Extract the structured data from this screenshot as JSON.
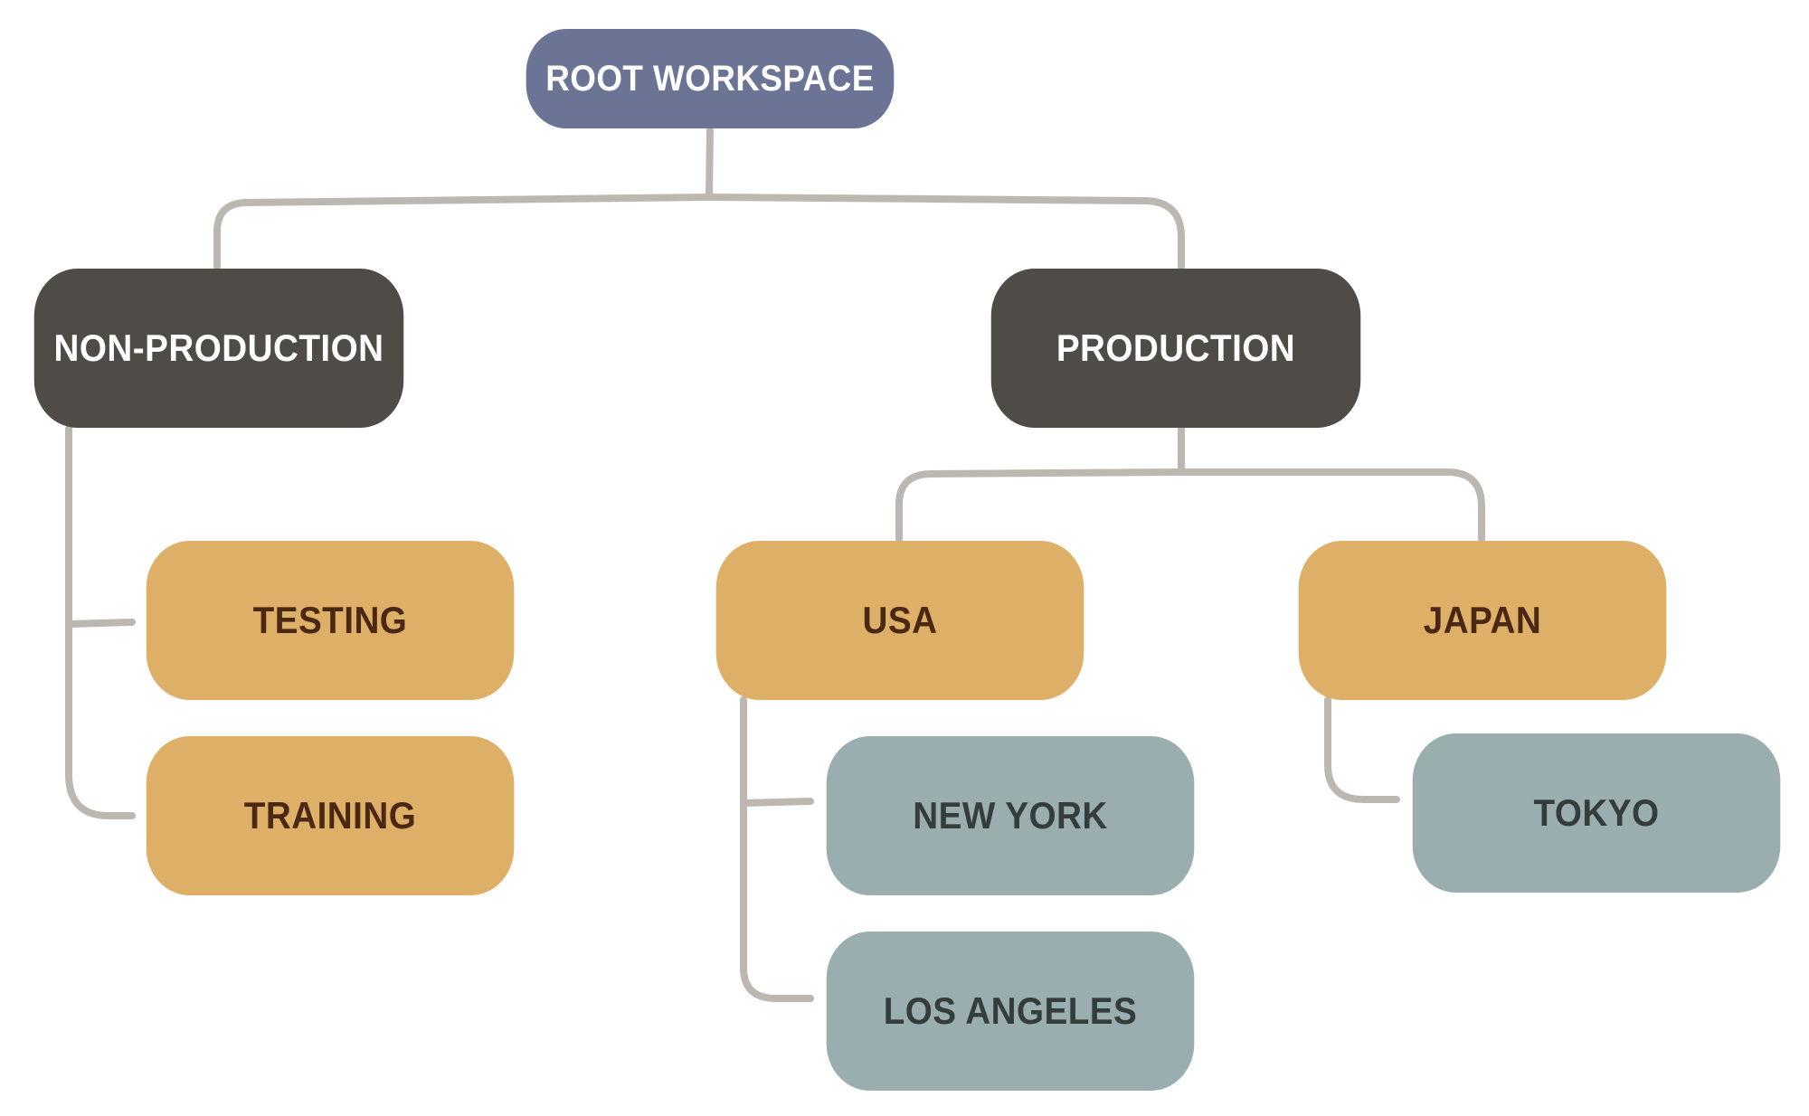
{
  "diagram": {
    "nodes": {
      "root": {
        "label": "ROOT WORKSPACE"
      },
      "non_production": {
        "label": "NON-PRODUCTION"
      },
      "production": {
        "label": "PRODUCTION"
      },
      "testing": {
        "label": "TESTING"
      },
      "training": {
        "label": "TRAINING"
      },
      "usa": {
        "label": "USA"
      },
      "japan": {
        "label": "JAPAN"
      },
      "new_york": {
        "label": "NEW YORK"
      },
      "los_angeles": {
        "label": "LOS ANGELES"
      },
      "tokyo": {
        "label": "TOKYO"
      }
    },
    "edges": [
      {
        "from": "ROOT WORKSPACE",
        "to": "NON-PRODUCTION"
      },
      {
        "from": "ROOT WORKSPACE",
        "to": "PRODUCTION"
      },
      {
        "from": "NON-PRODUCTION",
        "to": "TESTING"
      },
      {
        "from": "NON-PRODUCTION",
        "to": "TRAINING"
      },
      {
        "from": "PRODUCTION",
        "to": "USA"
      },
      {
        "from": "PRODUCTION",
        "to": "JAPAN"
      },
      {
        "from": "USA",
        "to": "NEW YORK"
      },
      {
        "from": "USA",
        "to": "LOS ANGELES"
      },
      {
        "from": "JAPAN",
        "to": "TOKYO"
      }
    ],
    "colors": {
      "root_fill": "#6b7494",
      "root_text": "#ffffff",
      "category_fill": "#4f4b47",
      "category_text": "#ffffff",
      "branch_fill": "#deaf67",
      "branch_text": "#4a2814",
      "leaf_fill": "#9aadaf",
      "leaf_text": "#343c3c",
      "connector": "#bcb8b1"
    }
  }
}
